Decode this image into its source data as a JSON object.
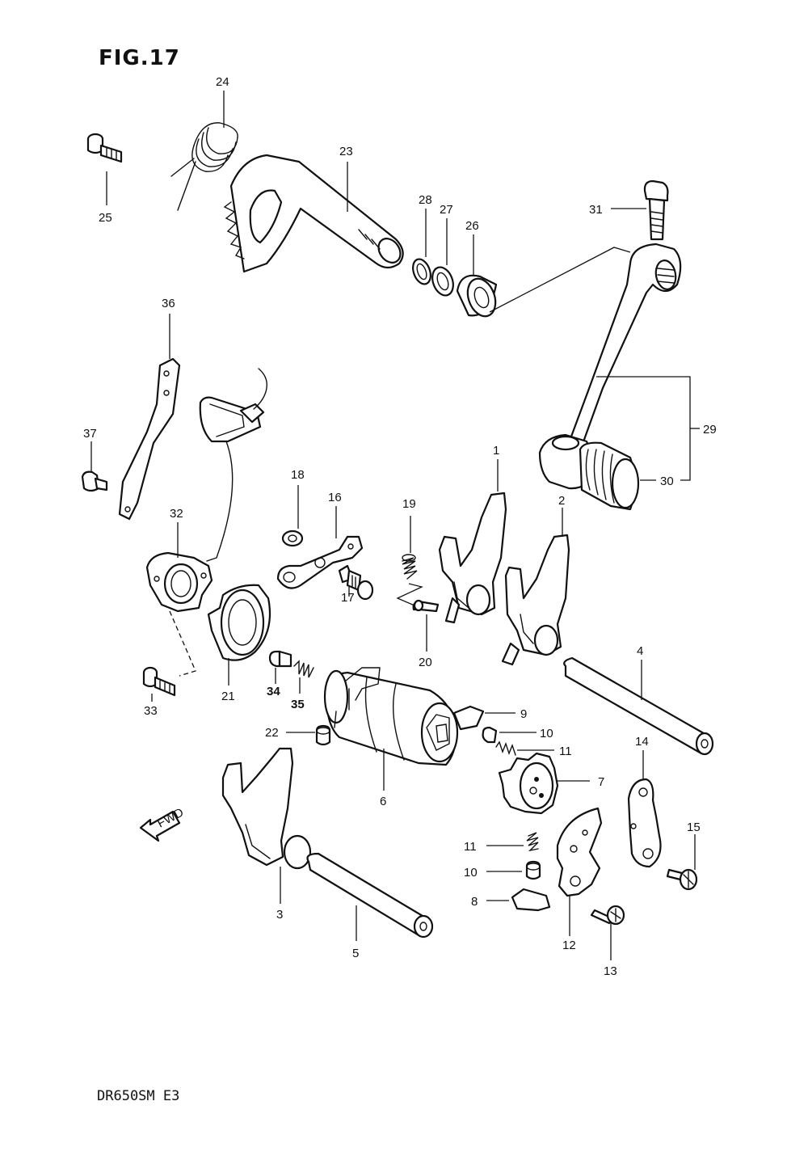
{
  "figure": {
    "title": "FIG.17",
    "model_code": "DR650SM E3",
    "front_arrow_label": "FWD"
  },
  "callouts": {
    "c1": "1",
    "c2": "2",
    "c3": "3",
    "c4": "4",
    "c5": "5",
    "c6": "6",
    "c7": "7",
    "c8": "8",
    "c9": "9",
    "c10a": "10",
    "c10b": "10",
    "c11a": "11",
    "c11b": "11",
    "c12": "12",
    "c13": "13",
    "c14": "14",
    "c15": "15",
    "c16": "16",
    "c17": "17",
    "c18": "18",
    "c19": "19",
    "c20": "20",
    "c21": "21",
    "c22": "22",
    "c23": "23",
    "c24": "24",
    "c25": "25",
    "c26": "26",
    "c27": "27",
    "c28": "28",
    "c29": "29",
    "c30": "30",
    "c31": "31",
    "c32": "32",
    "c33": "33",
    "c34": "34",
    "c35": "35",
    "c36": "36",
    "c37": "37"
  }
}
